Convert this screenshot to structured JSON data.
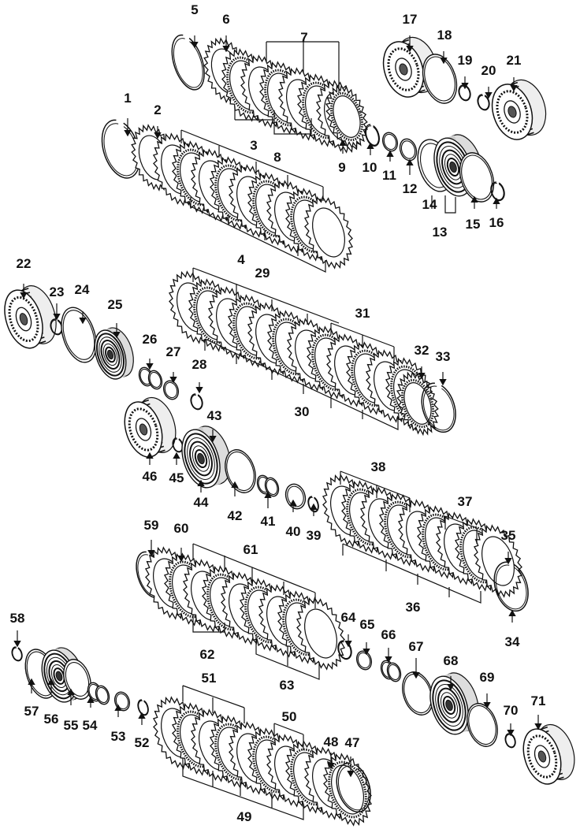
{
  "diagram": {
    "callouts": [
      {
        "id": "1",
        "label": "1"
      },
      {
        "id": "2",
        "label": "2"
      },
      {
        "id": "3",
        "label": "3"
      },
      {
        "id": "4",
        "label": "4"
      },
      {
        "id": "5",
        "label": "5"
      },
      {
        "id": "6",
        "label": "6"
      },
      {
        "id": "7",
        "label": "7"
      },
      {
        "id": "8",
        "label": "8"
      },
      {
        "id": "9",
        "label": "9"
      },
      {
        "id": "10",
        "label": "10"
      },
      {
        "id": "11",
        "label": "11"
      },
      {
        "id": "12",
        "label": "12"
      },
      {
        "id": "13",
        "label": "13"
      },
      {
        "id": "14",
        "label": "14"
      },
      {
        "id": "15",
        "label": "15"
      },
      {
        "id": "16",
        "label": "16"
      },
      {
        "id": "17",
        "label": "17"
      },
      {
        "id": "18",
        "label": "18"
      },
      {
        "id": "19",
        "label": "19"
      },
      {
        "id": "20",
        "label": "20"
      },
      {
        "id": "21",
        "label": "21"
      },
      {
        "id": "22",
        "label": "22"
      },
      {
        "id": "23",
        "label": "23"
      },
      {
        "id": "24",
        "label": "24"
      },
      {
        "id": "25",
        "label": "25"
      },
      {
        "id": "26",
        "label": "26"
      },
      {
        "id": "27",
        "label": "27"
      },
      {
        "id": "28",
        "label": "28"
      },
      {
        "id": "29",
        "label": "29"
      },
      {
        "id": "30",
        "label": "30"
      },
      {
        "id": "31",
        "label": "31"
      },
      {
        "id": "32",
        "label": "32"
      },
      {
        "id": "33",
        "label": "33"
      },
      {
        "id": "34",
        "label": "34"
      },
      {
        "id": "35",
        "label": "35"
      },
      {
        "id": "36",
        "label": "36"
      },
      {
        "id": "37",
        "label": "37"
      },
      {
        "id": "38",
        "label": "38"
      },
      {
        "id": "39",
        "label": "39"
      },
      {
        "id": "40",
        "label": "40"
      },
      {
        "id": "41",
        "label": "41"
      },
      {
        "id": "42",
        "label": "42"
      },
      {
        "id": "43",
        "label": "43"
      },
      {
        "id": "44",
        "label": "44"
      },
      {
        "id": "45",
        "label": "45"
      },
      {
        "id": "46",
        "label": "46"
      },
      {
        "id": "47",
        "label": "47"
      },
      {
        "id": "48",
        "label": "48"
      },
      {
        "id": "49",
        "label": "49"
      },
      {
        "id": "50",
        "label": "50"
      },
      {
        "id": "51",
        "label": "51"
      },
      {
        "id": "52",
        "label": "52"
      },
      {
        "id": "53",
        "label": "53"
      },
      {
        "id": "54",
        "label": "54"
      },
      {
        "id": "55",
        "label": "55"
      },
      {
        "id": "56",
        "label": "56"
      },
      {
        "id": "57",
        "label": "57"
      },
      {
        "id": "58",
        "label": "58"
      },
      {
        "id": "59",
        "label": "59"
      },
      {
        "id": "60",
        "label": "60"
      },
      {
        "id": "61",
        "label": "61"
      },
      {
        "id": "62",
        "label": "62"
      },
      {
        "id": "63",
        "label": "63"
      },
      {
        "id": "64",
        "label": "64"
      },
      {
        "id": "65",
        "label": "65"
      },
      {
        "id": "66",
        "label": "66"
      },
      {
        "id": "67",
        "label": "67"
      },
      {
        "id": "68",
        "label": "68"
      },
      {
        "id": "69",
        "label": "69"
      },
      {
        "id": "70",
        "label": "70"
      },
      {
        "id": "71",
        "label": "71"
      }
    ]
  }
}
